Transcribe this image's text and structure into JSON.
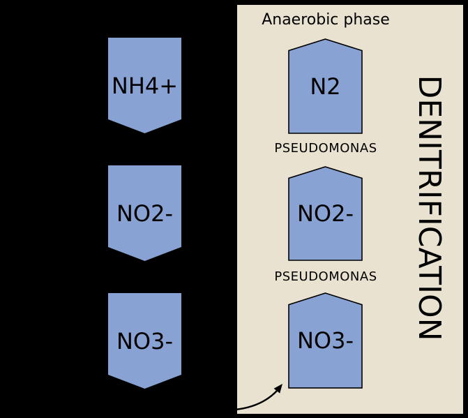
{
  "colors": {
    "background": "#000000",
    "panel_background": "#EAE2D1",
    "arrow_fill": "#87A2D3",
    "outline": "#000000",
    "text": "#000000"
  },
  "left_column": {
    "arrows": [
      {
        "label": "NH4+"
      },
      {
        "label": "NO2-"
      },
      {
        "label": "NO3-"
      }
    ]
  },
  "anaerobic_panel": {
    "title": "Anaerobic phase",
    "vertical_label": "DENITRIFICATION",
    "arrows": [
      {
        "label": "N2"
      },
      {
        "label": "NO2-"
      },
      {
        "label": "NO3-"
      }
    ],
    "organism_labels": [
      "PSEUDOMONAS",
      "PSEUDOMONAS"
    ]
  }
}
